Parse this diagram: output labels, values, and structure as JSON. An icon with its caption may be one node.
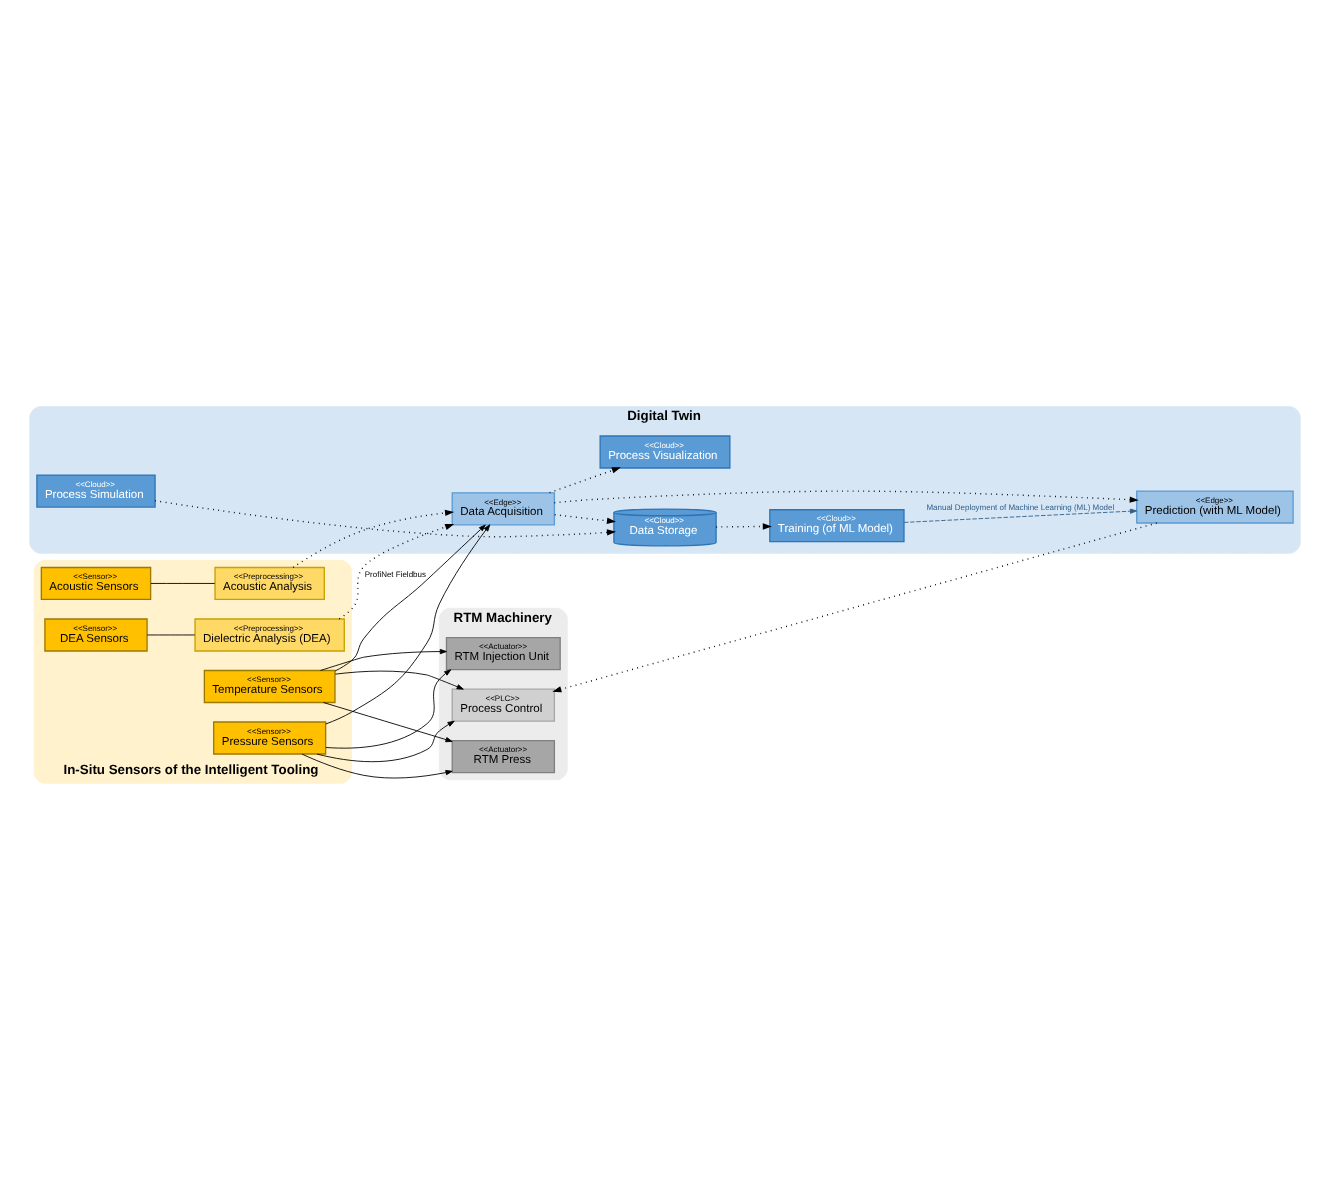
{
  "diagram": {
    "nodes": [
      {
        "text": [
          "RTM Machinery"
        ]
      },
      {
        "text": [
          "<<Actuator>>",
          "RTM Press"
        ],
        "in": 0
      },
      {
        "text": [
          "<<PLC>>",
          "Process Control"
        ],
        "in": 0
      },
      {
        "text": [
          "<<Actuator>>",
          "RTM Injection Unit"
        ],
        "in": 0
      },
      {
        "text": [
          "Digital Twin"
        ]
      },
      {
        "text": [
          "<<Edge>>",
          "Prediction (with ML Model)"
        ],
        "in": 4
      },
      {
        "text": [
          "<<Cloud>>",
          "Training (of ML Model)"
        ],
        "in": 4
      },
      {
        "text": [
          "<<Edge>>",
          "Data Acquisition"
        ],
        "in": 4
      },
      {
        "text": [
          "<<Cloud>>",
          "Data Storage"
        ],
        "in": 4
      },
      {
        "text": [
          "<<Cloud>>",
          "Process Simulation"
        ],
        "in": 4
      },
      {
        "text": [
          "<<Cloud>>",
          "Process Visualization"
        ],
        "in": 4
      },
      {
        "text": [
          "In-Situ Sensors of the Intelligent Tooling"
        ]
      },
      {
        "text": [
          "<<Sensor>>",
          "Temperature Sensors"
        ],
        "in": 11
      },
      {
        "text": [
          "<<Sensor>>",
          "Pressure Sensors"
        ],
        "in": 11
      },
      {
        "text": [
          "<<Sensor>>",
          "Acoustic Sensors"
        ],
        "in": 11
      },
      {
        "text": [
          "<<Preprocessing>>",
          "Acoustic Analysis"
        ],
        "in": 11
      },
      {
        "text": [
          "<<Sensor>>",
          "DEA Sensors"
        ],
        "in": 11
      },
      {
        "text": [
          "<<Preprocessing>>",
          "Dielectric Analysis (DEA)"
        ],
        "in": 11
      }
    ],
    "edges": [
      {
        "from": 12,
        "to": 1,
        "arrow": "to"
      },
      {
        "from": 12,
        "to": 2,
        "arrow": "to"
      },
      {
        "from": 12,
        "to": 3,
        "arrow": "to"
      },
      {
        "from": 12,
        "to": 7,
        "arrow": "to",
        "label": "ProfiNet Fieldbus"
      },
      {
        "from": 13,
        "to": 1,
        "arrow": "to"
      },
      {
        "from": 13,
        "to": 2,
        "arrow": "to"
      },
      {
        "from": 13,
        "to": 3,
        "arrow": "to"
      },
      {
        "from": 13,
        "to": 7,
        "arrow": "to"
      },
      {
        "from": 5,
        "to": 2,
        "arrow": "to",
        "style": "dashed"
      },
      {
        "from": 7,
        "to": 5,
        "arrow": "to",
        "style": "dashed"
      },
      {
        "from": 6,
        "to": 5,
        "arrow": "to",
        "style": "dashed",
        "color": "#2e5f8a",
        "label": "Manual Deployment of Machine Learning (ML) Model"
      },
      {
        "from": 8,
        "to": 6,
        "arrow": "to",
        "style": "dashed"
      },
      {
        "from": 7,
        "to": 8,
        "arrow": "to",
        "style": "dashed"
      },
      {
        "from": 9,
        "to": 8,
        "arrow": "to",
        "style": "dashed"
      },
      {
        "from": 14,
        "to": 15,
        "arrow": "none"
      },
      {
        "from": 16,
        "to": 17,
        "arrow": "none"
      },
      {
        "from": 15,
        "to": 7,
        "arrow": "to",
        "style": "dashed"
      },
      {
        "from": 17,
        "to": 7,
        "arrow": "to",
        "style": "dashed"
      },
      {
        "from": 7,
        "to": 10,
        "arrow": "to",
        "style": "dashed"
      }
    ]
  }
}
